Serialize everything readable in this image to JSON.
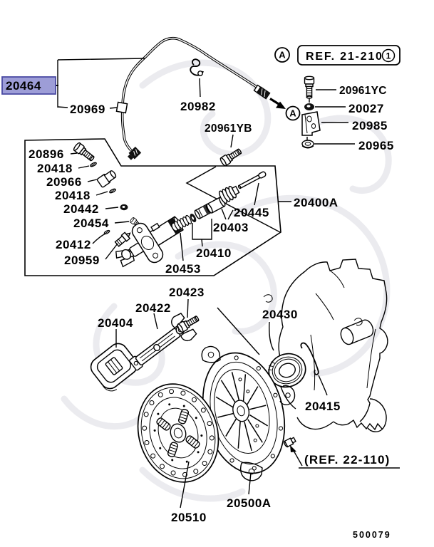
{
  "header": {
    "callout_letter": "A",
    "ref_text": "REF. 21-210",
    "ref_number": "1"
  },
  "pipe_callout": {
    "letter": "A"
  },
  "highlight": {
    "bg": "#9d9dd7",
    "border": "#4b4ba3"
  },
  "labels": {
    "p20464": "20464",
    "p20969": "20969",
    "p20982": "20982",
    "p20961YB": "20961YB",
    "p20961YC": "20961YC",
    "p20027": "20027",
    "p20985": "20985",
    "p20965": "20965",
    "p20896": "20896",
    "p20418a": "20418",
    "p20966": "20966",
    "p20418b": "20418",
    "p20442": "20442",
    "p20454": "20454",
    "p20412": "20412",
    "p20959": "20959",
    "p20445": "20445",
    "p20400A": "20400A",
    "p20403": "20403",
    "p20410": "20410",
    "p20453": "20453",
    "p20423": "20423",
    "p20422": "20422",
    "p20404": "20404",
    "p20430": "20430",
    "p20415": "20415",
    "p20510": "20510",
    "p20500A": "20500A"
  },
  "footer": {
    "ref_text": "(REF. 22-110)",
    "drawing_number": "500079"
  }
}
